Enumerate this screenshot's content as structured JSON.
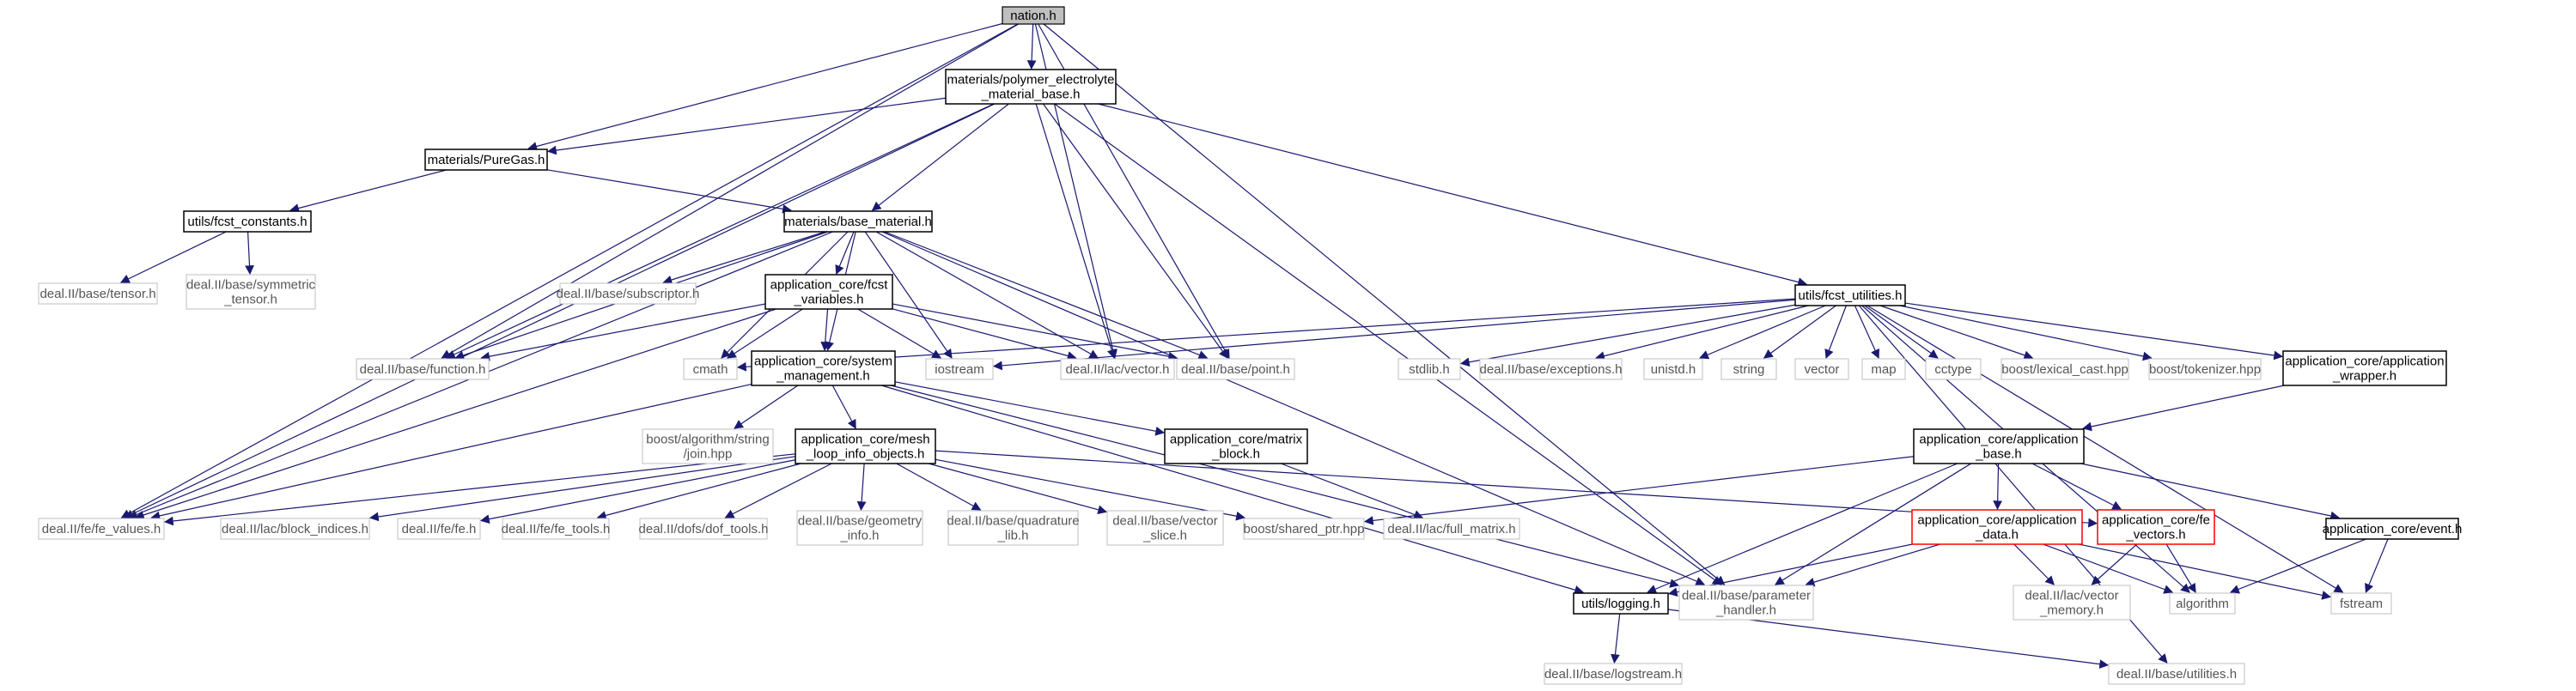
{
  "colors": {
    "edge": "#191970",
    "root_fill": "#bfbfbf",
    "border_documented": "#000000",
    "border_external": "#bfbfbf",
    "border_truncated": "#ff0000",
    "text": "#000000",
    "text_external": "#555555"
  },
  "nodes": [
    {
      "id": "root",
      "label": [
        "nation.h"
      ],
      "style": "root"
    },
    {
      "id": "polymer",
      "label": [
        "materials/polymer_electrolyte",
        "_material_base.h"
      ],
      "style": "documented"
    },
    {
      "id": "puregas",
      "label": [
        "materials/PureGas.h"
      ],
      "style": "documented"
    },
    {
      "id": "fcst_constants",
      "label": [
        "utils/fcst_constants.h"
      ],
      "style": "documented"
    },
    {
      "id": "base_material",
      "label": [
        "materials/base_material.h"
      ],
      "style": "documented"
    },
    {
      "id": "tensor",
      "label": [
        "deal.II/base/tensor.h"
      ],
      "style": "external"
    },
    {
      "id": "symtensor",
      "label": [
        "deal.II/base/symmetric",
        "_tensor.h"
      ],
      "style": "external"
    },
    {
      "id": "subscriptor",
      "label": [
        "deal.II/base/subscriptor.h"
      ],
      "style": "external"
    },
    {
      "id": "fcst_variables",
      "label": [
        "application_core/fcst",
        "_variables.h"
      ],
      "style": "documented"
    },
    {
      "id": "function",
      "label": [
        "deal.II/base/function.h"
      ],
      "style": "external"
    },
    {
      "id": "cmath",
      "label": [
        "cmath"
      ],
      "style": "external"
    },
    {
      "id": "iostream",
      "label": [
        "iostream"
      ],
      "style": "external"
    },
    {
      "id": "lacvector",
      "label": [
        "deal.II/lac/vector.h"
      ],
      "style": "external"
    },
    {
      "id": "point",
      "label": [
        "deal.II/base/point.h"
      ],
      "style": "external"
    },
    {
      "id": "sysmgmt",
      "label": [
        "application_core/system",
        "_management.h"
      ],
      "style": "documented"
    },
    {
      "id": "boostjoin",
      "label": [
        "boost/algorithm/string",
        "/join.hpp"
      ],
      "style": "external"
    },
    {
      "id": "meshloop",
      "label": [
        "application_core/mesh",
        "_loop_info_objects.h"
      ],
      "style": "documented"
    },
    {
      "id": "matrixblock",
      "label": [
        "application_core/matrix",
        "_block.h"
      ],
      "style": "documented"
    },
    {
      "id": "fevalues",
      "label": [
        "deal.II/fe/fe_values.h"
      ],
      "style": "external"
    },
    {
      "id": "blockindices",
      "label": [
        "deal.II/lac/block_indices.h"
      ],
      "style": "external"
    },
    {
      "id": "feh",
      "label": [
        "deal.II/fe/fe.h"
      ],
      "style": "external"
    },
    {
      "id": "fetools",
      "label": [
        "deal.II/fe/fe_tools.h"
      ],
      "style": "external"
    },
    {
      "id": "doftools",
      "label": [
        "deal.II/dofs/dof_tools.h"
      ],
      "style": "external"
    },
    {
      "id": "geominfo",
      "label": [
        "deal.II/base/geometry",
        "_info.h"
      ],
      "style": "external"
    },
    {
      "id": "quadlib",
      "label": [
        "deal.II/base/quadrature",
        "_lib.h"
      ],
      "style": "external"
    },
    {
      "id": "vecslice",
      "label": [
        "deal.II/base/vector",
        "_slice.h"
      ],
      "style": "external"
    },
    {
      "id": "sharedptr",
      "label": [
        "boost/shared_ptr.hpp"
      ],
      "style": "external"
    },
    {
      "id": "fullmatrix",
      "label": [
        "deal.II/lac/full_matrix.h"
      ],
      "style": "external"
    },
    {
      "id": "fcst_utilities",
      "label": [
        "utils/fcst_utilities.h"
      ],
      "style": "documented"
    },
    {
      "id": "stdlib",
      "label": [
        "stdlib.h"
      ],
      "style": "external"
    },
    {
      "id": "exceptions",
      "label": [
        "deal.II/base/exceptions.h"
      ],
      "style": "external"
    },
    {
      "id": "unistd",
      "label": [
        "unistd.h"
      ],
      "style": "external"
    },
    {
      "id": "string",
      "label": [
        "string"
      ],
      "style": "external"
    },
    {
      "id": "vector",
      "label": [
        "vector"
      ],
      "style": "external"
    },
    {
      "id": "map",
      "label": [
        "map"
      ],
      "style": "external"
    },
    {
      "id": "cctype",
      "label": [
        "cctype"
      ],
      "style": "external"
    },
    {
      "id": "lexcast",
      "label": [
        "boost/lexical_cast.hpp"
      ],
      "style": "external"
    },
    {
      "id": "tokenizer",
      "label": [
        "boost/tokenizer.hpp"
      ],
      "style": "external"
    },
    {
      "id": "appwrapper",
      "label": [
        "application_core/application",
        "_wrapper.h"
      ],
      "style": "documented"
    },
    {
      "id": "appbase",
      "label": [
        "application_core/application",
        "_base.h"
      ],
      "style": "documented"
    },
    {
      "id": "appdata",
      "label": [
        "application_core/application",
        "_data.h"
      ],
      "style": "truncated"
    },
    {
      "id": "fevectors",
      "label": [
        "application_core/fe",
        "_vectors.h"
      ],
      "style": "truncated"
    },
    {
      "id": "event",
      "label": [
        "application_core/event.h"
      ],
      "style": "documented"
    },
    {
      "id": "logging",
      "label": [
        "utils/logging.h"
      ],
      "style": "documented"
    },
    {
      "id": "paramhandler",
      "label": [
        "deal.II/base/parameter",
        "_handler.h"
      ],
      "style": "external"
    },
    {
      "id": "vecmemory",
      "label": [
        "deal.II/lac/vector",
        "_memory.h"
      ],
      "style": "external"
    },
    {
      "id": "algorithm",
      "label": [
        "algorithm"
      ],
      "style": "external"
    },
    {
      "id": "fstream",
      "label": [
        "fstream"
      ],
      "style": "external"
    },
    {
      "id": "logstream",
      "label": [
        "deal.II/base/logstream.h"
      ],
      "style": "external"
    },
    {
      "id": "utilities",
      "label": [
        "deal.II/base/utilities.h"
      ],
      "style": "external"
    }
  ],
  "edges": [
    [
      "root",
      "polymer"
    ],
    [
      "root",
      "puregas"
    ],
    [
      "root",
      "function"
    ],
    [
      "root",
      "fevalues"
    ],
    [
      "root",
      "lacvector"
    ],
    [
      "root",
      "point"
    ],
    [
      "root",
      "paramhandler"
    ],
    [
      "polymer",
      "puregas"
    ],
    [
      "polymer",
      "base_material"
    ],
    [
      "polymer",
      "function"
    ],
    [
      "polymer",
      "fevalues"
    ],
    [
      "polymer",
      "lacvector"
    ],
    [
      "polymer",
      "point"
    ],
    [
      "polymer",
      "fcst_utilities"
    ],
    [
      "polymer",
      "paramhandler"
    ],
    [
      "puregas",
      "fcst_constants"
    ],
    [
      "puregas",
      "base_material"
    ],
    [
      "fcst_constants",
      "tensor"
    ],
    [
      "fcst_constants",
      "symtensor"
    ],
    [
      "base_material",
      "subscriptor"
    ],
    [
      "base_material",
      "fcst_variables"
    ],
    [
      "base_material",
      "function"
    ],
    [
      "base_material",
      "cmath"
    ],
    [
      "base_material",
      "iostream"
    ],
    [
      "base_material",
      "lacvector"
    ],
    [
      "base_material",
      "point"
    ],
    [
      "base_material",
      "sysmgmt"
    ],
    [
      "base_material",
      "fevalues"
    ],
    [
      "base_material",
      "paramhandler"
    ],
    [
      "fcst_variables",
      "function"
    ],
    [
      "fcst_variables",
      "cmath"
    ],
    [
      "fcst_variables",
      "iostream"
    ],
    [
      "fcst_variables",
      "lacvector"
    ],
    [
      "fcst_variables",
      "point"
    ],
    [
      "fcst_variables",
      "sysmgmt"
    ],
    [
      "fcst_variables",
      "fevalues"
    ],
    [
      "sysmgmt",
      "boostjoin"
    ],
    [
      "sysmgmt",
      "meshloop"
    ],
    [
      "sysmgmt",
      "matrixblock"
    ],
    [
      "sysmgmt",
      "fevalues"
    ],
    [
      "sysmgmt",
      "logging"
    ],
    [
      "sysmgmt",
      "paramhandler"
    ],
    [
      "meshloop",
      "fevalues"
    ],
    [
      "meshloop",
      "blockindices"
    ],
    [
      "meshloop",
      "feh"
    ],
    [
      "meshloop",
      "fetools"
    ],
    [
      "meshloop",
      "doftools"
    ],
    [
      "meshloop",
      "geominfo"
    ],
    [
      "meshloop",
      "quadlib"
    ],
    [
      "meshloop",
      "vecslice"
    ],
    [
      "meshloop",
      "sharedptr"
    ],
    [
      "meshloop",
      "fevectors"
    ],
    [
      "matrixblock",
      "fullmatrix"
    ],
    [
      "fcst_utilities",
      "cmath"
    ],
    [
      "fcst_utilities",
      "iostream"
    ],
    [
      "fcst_utilities",
      "stdlib"
    ],
    [
      "fcst_utilities",
      "exceptions"
    ],
    [
      "fcst_utilities",
      "unistd"
    ],
    [
      "fcst_utilities",
      "string"
    ],
    [
      "fcst_utilities",
      "vector"
    ],
    [
      "fcst_utilities",
      "map"
    ],
    [
      "fcst_utilities",
      "cctype"
    ],
    [
      "fcst_utilities",
      "lexcast"
    ],
    [
      "fcst_utilities",
      "tokenizer"
    ],
    [
      "fcst_utilities",
      "appwrapper"
    ],
    [
      "fcst_utilities",
      "algorithm"
    ],
    [
      "fcst_utilities",
      "fstream"
    ],
    [
      "fcst_utilities",
      "utilities"
    ],
    [
      "appwrapper",
      "appbase"
    ],
    [
      "appbase",
      "sharedptr"
    ],
    [
      "appbase",
      "appdata"
    ],
    [
      "appbase",
      "fevectors"
    ],
    [
      "appbase",
      "event"
    ],
    [
      "appbase",
      "logging"
    ],
    [
      "appbase",
      "paramhandler"
    ],
    [
      "appdata",
      "logging"
    ],
    [
      "appdata",
      "paramhandler"
    ],
    [
      "appdata",
      "vecmemory"
    ],
    [
      "appdata",
      "algorithm"
    ],
    [
      "appdata",
      "fstream"
    ],
    [
      "fevectors",
      "vecmemory"
    ],
    [
      "fevectors",
      "algorithm"
    ],
    [
      "event",
      "algorithm"
    ],
    [
      "event",
      "fstream"
    ],
    [
      "logging",
      "logstream"
    ],
    [
      "logging",
      "utilities"
    ]
  ]
}
